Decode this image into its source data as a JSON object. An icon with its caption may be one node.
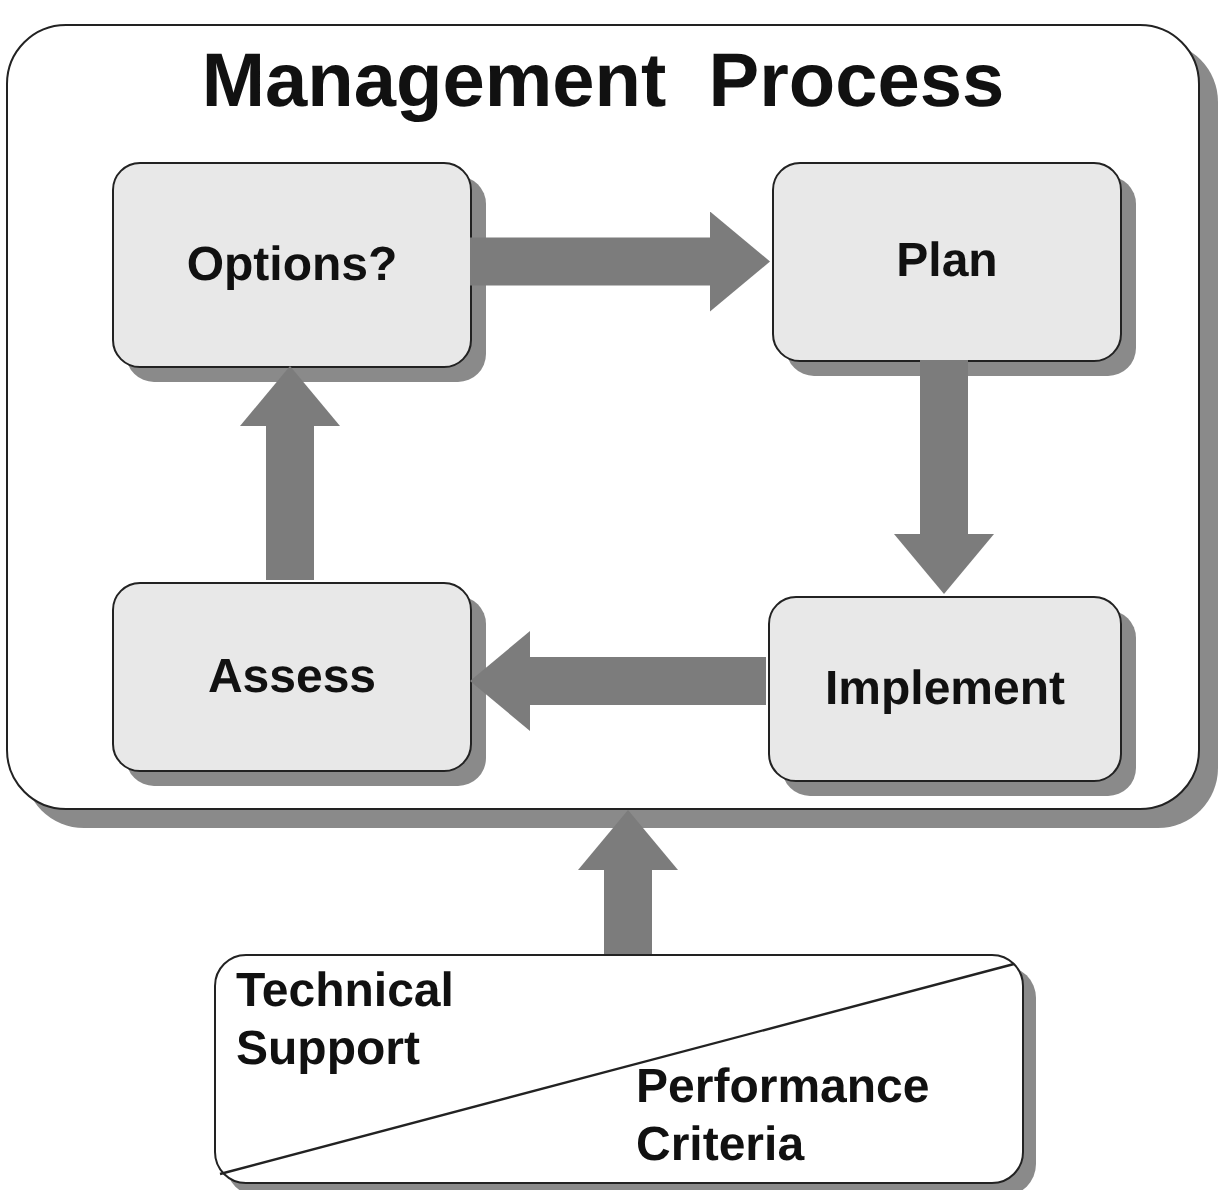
{
  "diagram": {
    "nodes": [
      {
        "text": [
          "Management  Process"
        ]
      },
      {
        "text": [
          "Options?"
        ],
        "in": 0
      },
      {
        "text": [
          "Plan"
        ],
        "in": 0
      },
      {
        "text": [
          "Implement"
        ],
        "in": 0
      },
      {
        "text": [
          "Assess"
        ],
        "in": 0
      },
      {
        "text": [
          "Technical Support",
          "Performance Criteria"
        ]
      }
    ],
    "edges": [
      {
        "from": 1,
        "to": 2,
        "arrow": "to"
      },
      {
        "from": 2,
        "to": 3,
        "arrow": "to"
      },
      {
        "from": 3,
        "to": 4,
        "arrow": "to"
      },
      {
        "from": 4,
        "to": 1,
        "arrow": "to"
      },
      {
        "from": 5,
        "to": 0,
        "arrow": "to"
      }
    ]
  }
}
